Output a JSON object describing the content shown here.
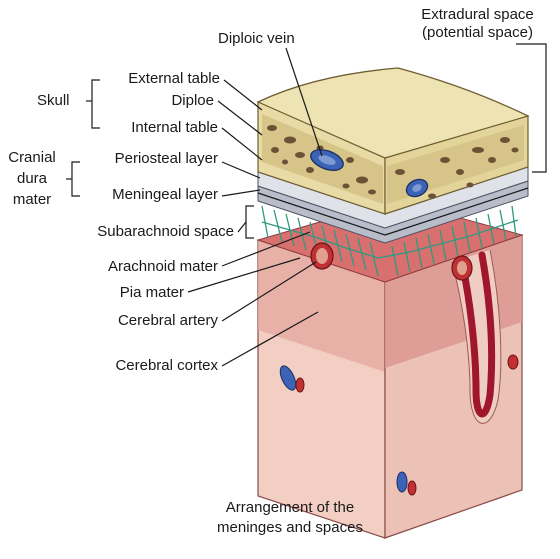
{
  "labels": {
    "diploic_vein": "Diploic vein",
    "extradural_space": "Extradural space",
    "potential_space": "(potential space)",
    "skull": "Skull",
    "external_table": "External table",
    "diploe": "Diploe",
    "internal_table": "Internal table",
    "cranial": "Cranial",
    "dura": "dura",
    "mater": "mater",
    "periosteal_layer": "Periosteal layer",
    "meningeal_layer": "Meningeal layer",
    "subarachnoid_space": "Subarachnoid space",
    "arachnoid_mater": "Arachnoid mater",
    "pia_mater": "Pia mater",
    "cerebral_artery": "Cerebral artery",
    "cerebral_cortex": "Cerebral cortex",
    "caption_line1": "Arrangement of the",
    "caption_line2": "meninges and spaces"
  },
  "colors": {
    "bone": "#efe4b4",
    "bone_dark": "#d9c98a",
    "diploe_pores": "#6b5136",
    "dura_light": "#d4d8e0",
    "dura_dark": "#8a8f9e",
    "arachnoid": "#3aa389",
    "cortex_pink": "#e7a9a3",
    "cortex_light": "#f5d7cb",
    "cortex_dark": "#c9706b",
    "artery_red": "#b8242a",
    "vein_blue": "#3c63b5"
  }
}
